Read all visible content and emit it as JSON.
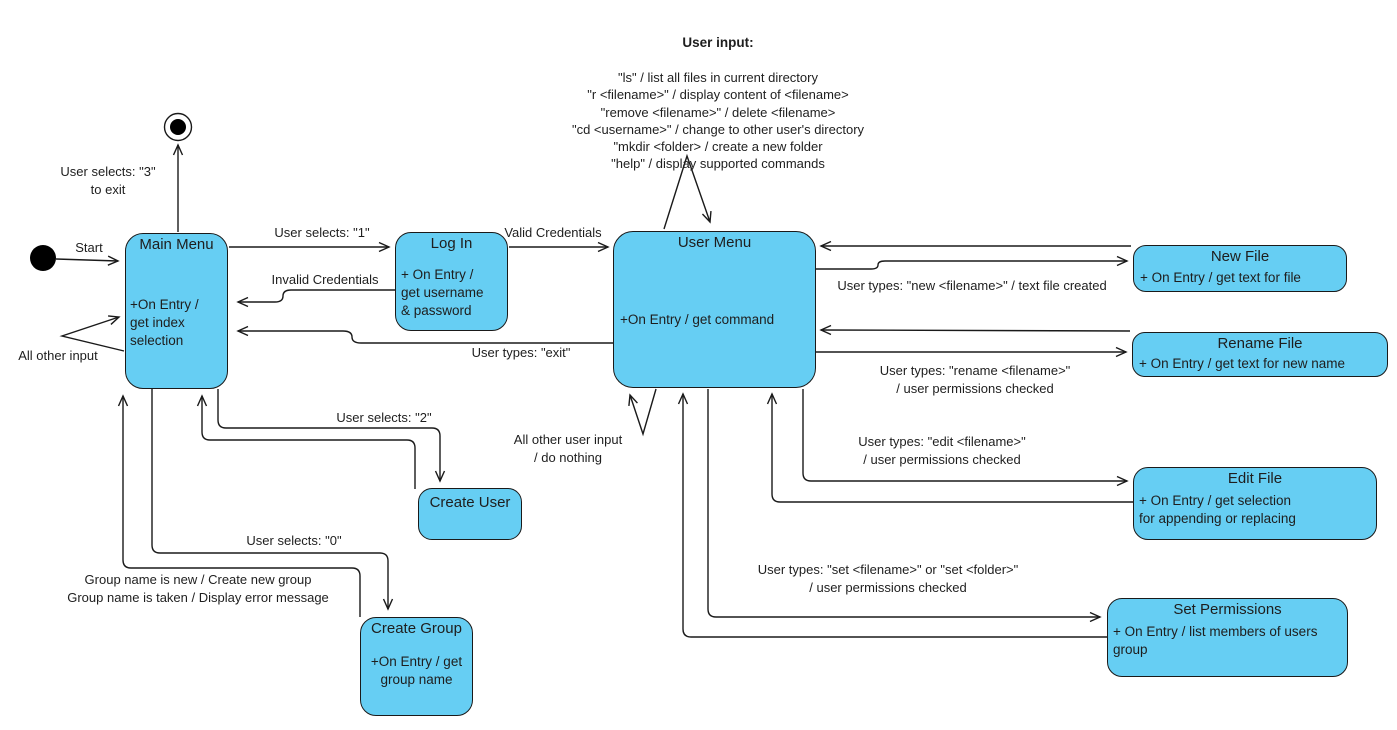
{
  "note": {
    "heading": "User input:",
    "body": "\"ls\" / list all files in current directory\n\"r <filename>\" / display content of <filename>\n\"remove <filename>\" / delete <filename>\n\"cd <username>\" / change to other user's directory\n\"mkdir <folder> / create a new folder\n\"help\" / display supported commands"
  },
  "states": {
    "main_menu": {
      "title": "Main Menu",
      "body": "+On Entry /\nget index\nselection"
    },
    "log_in": {
      "title": "Log In",
      "body": "+ On Entry /\nget username\n& password"
    },
    "user_menu": {
      "title": "User Menu",
      "body": "+On Entry / get command"
    },
    "create_user": {
      "title": "Create User",
      "body": ""
    },
    "create_group": {
      "title": "Create Group",
      "body": "+On Entry / get\ngroup name"
    },
    "new_file": {
      "title": "New File",
      "body": "+ On Entry / get text for file"
    },
    "rename_file": {
      "title": "Rename File",
      "body": "+ On Entry / get text for new name"
    },
    "edit_file": {
      "title": "Edit File",
      "body": "+ On Entry / get selection\nfor appending or replacing"
    },
    "set_permissions": {
      "title": "Set Permissions",
      "body": "+ On Entry / list members of users\ngroup"
    }
  },
  "labels": {
    "start": "Start",
    "exit": "User selects: \"3\"\nto exit",
    "all_other_input": "All other input",
    "select_1": "User selects: \"1\"",
    "valid_credentials": "Valid Credentials",
    "invalid_credentials": "Invalid Credentials",
    "user_exit": "User types: \"exit\"",
    "select_2": "User selects: \"2\"",
    "select_0": "User selects: \"0\"",
    "group_outcomes": "Group name is new / Create new group\nGroup name is taken / Display error message",
    "all_other_user_input": "All other user input\n/ do nothing",
    "new_file": "User types: \"new <filename>\" / text file created",
    "rename_file": "User types: \"rename <filename>\"\n/ user permissions checked",
    "edit_file": "User types: \"edit <filename>\"\n/ user permissions checked",
    "set_permissions": "User types: \"set <filename>\" or \"set <folder>\"\n/ user permissions checked"
  },
  "colors": {
    "state_fill": "#66CEF3",
    "stroke": "#1a1a1a",
    "background": "#ffffff"
  }
}
